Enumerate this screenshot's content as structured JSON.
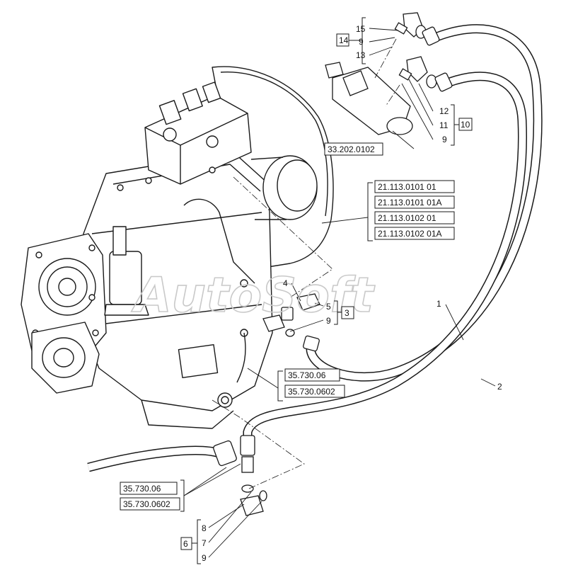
{
  "watermark": "AutoSoft",
  "callouts": {
    "n15": "15",
    "n9a": "9",
    "n13": "13",
    "n14": "14",
    "n12": "12",
    "n11": "11",
    "n9b": "9",
    "n10": "10",
    "n4": "4",
    "n5": "5",
    "n9c": "9",
    "n3": "3",
    "n1": "1",
    "n2": "2",
    "n8": "8",
    "n7": "7",
    "n9d": "9",
    "n6": "6"
  },
  "references": {
    "r33": "33.202.0102",
    "r21a": "21.113.0101 01",
    "r21b": "21.113.0101 01A",
    "r21c": "21.113.0102 01",
    "r21d": "21.113.0102 01A",
    "r35a": "35.730.06",
    "r35b": "35.730.0602",
    "r35c": "35.730.06",
    "r35d": "35.730.0602"
  }
}
